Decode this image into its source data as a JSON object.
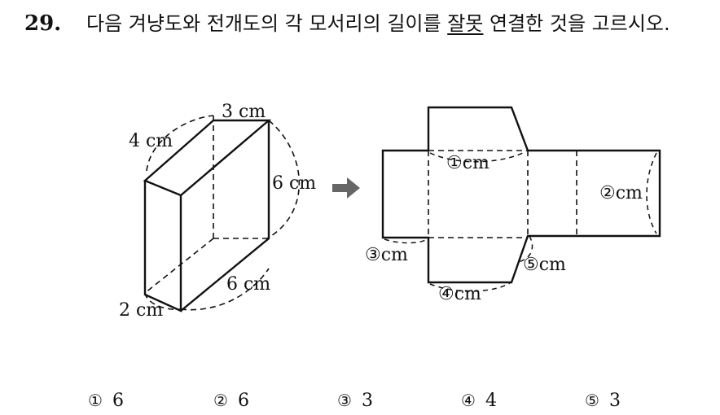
{
  "question": {
    "number": "29.",
    "text_before": "다음 겨냥도와 전개도의 각 모서리의 길이를 ",
    "text_underlined": "잘못",
    "text_after": " 연결한 것을 고르시오."
  },
  "figure": {
    "box_labels": {
      "top_width": "3 cm",
      "top_depth": "4 cm",
      "right_height": "6 cm",
      "bottom_length": "6 cm",
      "bottom_depth": "2 cm"
    },
    "arrow": "➡",
    "net_labels": {
      "l1": "①cm",
      "l2": "②cm",
      "l3": "③cm",
      "l4": "④cm",
      "l5": "⑤cm"
    }
  },
  "choices": [
    {
      "marker": "①",
      "value": "6"
    },
    {
      "marker": "②",
      "value": "6"
    },
    {
      "marker": "③",
      "value": "3"
    },
    {
      "marker": "④",
      "value": "4"
    },
    {
      "marker": "⑤",
      "value": "3"
    }
  ]
}
